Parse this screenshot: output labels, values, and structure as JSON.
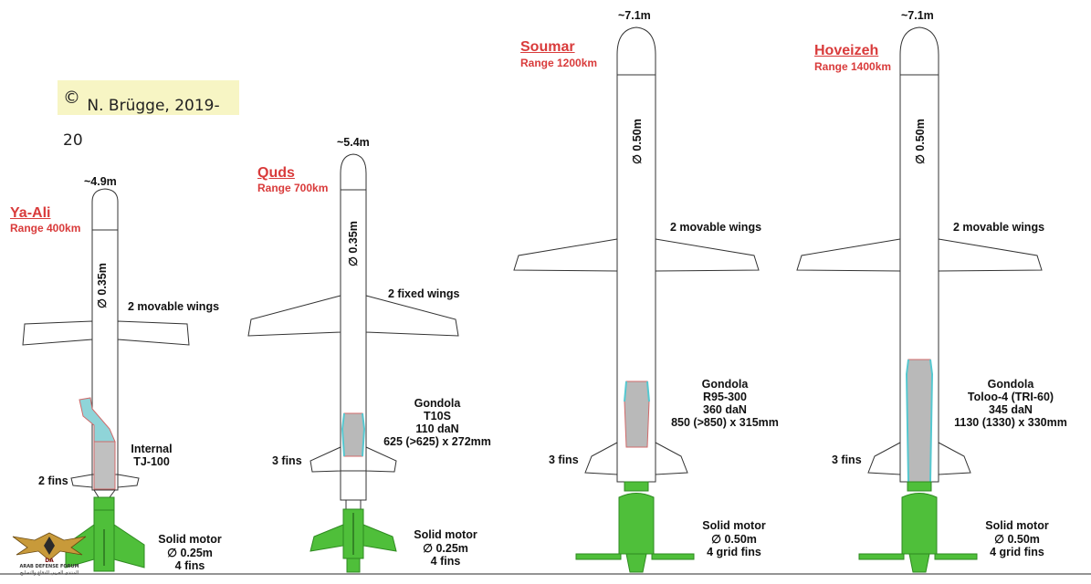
{
  "copyright": {
    "symbol": "©",
    "text": "N. Brügge, 2019-20"
  },
  "missiles": [
    {
      "name": "Ya-Ali",
      "range": "Range 400km",
      "length": "~4.9m",
      "diameter": "∅ 0.35m",
      "wings": "2 movable wings",
      "engine": [
        "Internal",
        "TJ-100"
      ],
      "fins": "2 fins",
      "motor": [
        "Solid motor",
        "∅ 0.25m",
        "4 fins"
      ]
    },
    {
      "name": "Quds",
      "range": "Range 700km",
      "length": "~5.4m",
      "diameter": "∅ 0.35m",
      "wings": "2 fixed wings",
      "engine": [
        "Gondola",
        "T10S",
        "110 daN",
        "625 (>625) x 272mm"
      ],
      "fins": "3 fins",
      "motor": [
        "Solid motor",
        "∅ 0.25m",
        "4 fins"
      ]
    },
    {
      "name": "Soumar",
      "range": "Range 1200km",
      "length": "~7.1m",
      "diameter": "∅ 0.50m",
      "wings": "2 movable wings",
      "engine": [
        "Gondola",
        "R95-300",
        "360 daN",
        "850 (>850)  x 315mm"
      ],
      "fins": "3 fins",
      "motor": [
        "Solid motor",
        "∅ 0.50m",
        "4 grid fins"
      ]
    },
    {
      "name": "Hoveizeh",
      "range": "Range 1400km",
      "length": "~7.1m",
      "diameter": "∅ 0.50m",
      "wings": "2 movable wings",
      "engine": [
        "Gondola",
        "Toloo-4 (TRI-60)",
        "345 daN",
        "1130 (1330) x 330mm"
      ],
      "fins": "3 fins",
      "motor": [
        "Solid motor",
        "∅ 0.50m",
        "4 grid fins"
      ]
    }
  ],
  "logo": {
    "abbr": "DA",
    "line1": "ARAB DEFENSE FORUM",
    "line2": "المنتدى العربي للدفاع والتسليح"
  },
  "colors": {
    "title": "#d93b3b",
    "motor": "#4fbf3a",
    "motor_stroke": "#2e8a20",
    "gondola": "#b9b9b9",
    "gondola_edge": "#55c8d0",
    "note_bg": "#f7f5c4"
  }
}
